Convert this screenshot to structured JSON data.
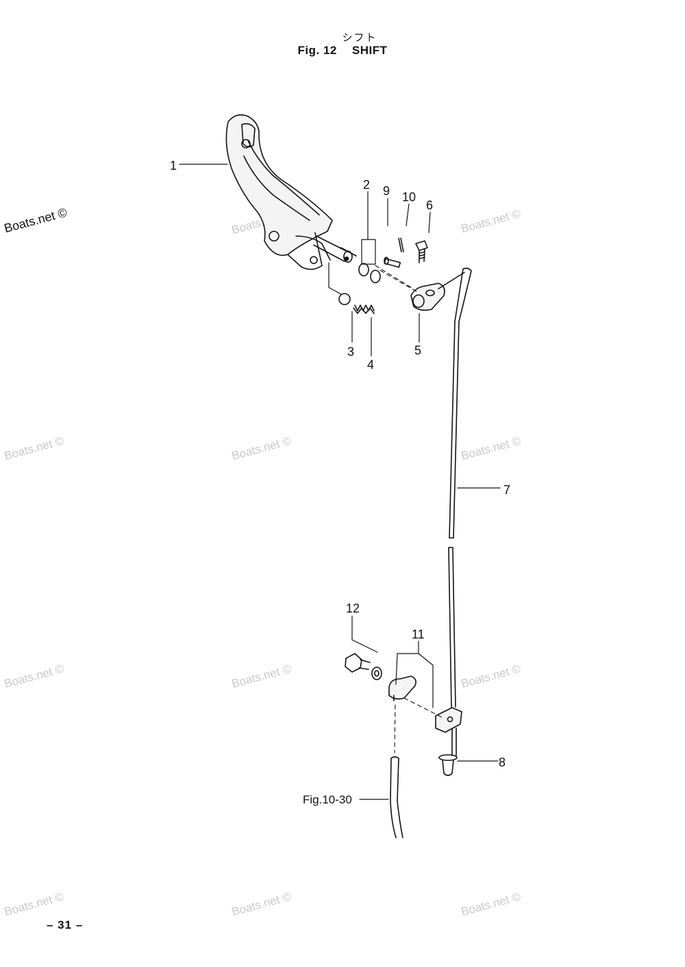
{
  "header": {
    "title_jp": "シフト",
    "fig_label": "Fig. 12",
    "title_en": "SHIFT"
  },
  "callouts": [
    "1",
    "2",
    "9",
    "10",
    "6",
    "3",
    "4",
    "5",
    "7",
    "12",
    "11",
    "8"
  ],
  "reference_label": "Fig.10-30",
  "watermark": "Boats.net ©",
  "page_number": "– 31 –"
}
